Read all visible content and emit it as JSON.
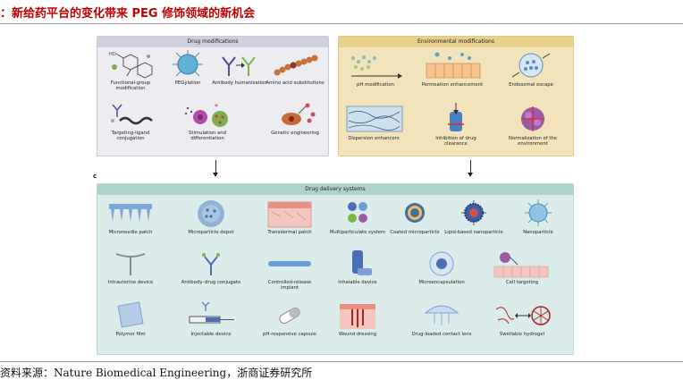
{
  "title": "：新给药平台的变化带来 PEG 修饰领域的新机会",
  "source": "资料来源：Nature Biomedical Engineering，浙商证券研究所",
  "panel_letter": "c",
  "drug_modifications": {
    "header": "Drug modifications",
    "items": [
      {
        "label": "Functional-group modification",
        "icon": "molecule-icon"
      },
      {
        "label": "PEGylation",
        "icon": "pegylated-protein-icon"
      },
      {
        "label": "Antibody humanization",
        "icon": "antibody-icon"
      },
      {
        "label": "Amino acid substitutions",
        "icon": "amino-acid-chain-icon"
      },
      {
        "label": "Targeting-ligand conjugation",
        "icon": "ligand-conjugate-icon"
      },
      {
        "label": "Stimulation and differentiation",
        "icon": "cell-stimulation-icon"
      },
      {
        "label": "Genetic engineering",
        "icon": "engineered-cell-icon"
      }
    ]
  },
  "environmental_modifications": {
    "header": "Environmental modifications",
    "items": [
      {
        "label": "pH modification",
        "icon": "ph-arrow-icon"
      },
      {
        "label": "Permeation enhancement",
        "icon": "epithelium-icon"
      },
      {
        "label": "Endosomal escape",
        "icon": "endosome-icon"
      },
      {
        "label": "Dispersion enhancers",
        "icon": "mucus-layer-icon"
      },
      {
        "label": "Inhibition of drug clearance",
        "icon": "receptor-block-icon"
      },
      {
        "label": "Normalization of the environment",
        "icon": "tumor-icon"
      }
    ]
  },
  "drug_delivery_systems": {
    "header": "Drug delivery systems",
    "items": [
      {
        "label": "Microneedle patch",
        "icon": "microneedle-icon"
      },
      {
        "label": "Microparticle depot",
        "icon": "depot-icon"
      },
      {
        "label": "Transdermal patch",
        "icon": "skin-patch-icon"
      },
      {
        "label": "Multiparticulate system",
        "icon": "multiparticle-icon"
      },
      {
        "label": "Coated microparticle",
        "icon": "coated-particle-icon"
      },
      {
        "label": "Lipid-based nanoparticle",
        "icon": "lipid-nanoparticle-icon"
      },
      {
        "label": "Nanoparticle",
        "icon": "nanoparticle-icon"
      },
      {
        "label": "Intrauterine device",
        "icon": "iud-icon"
      },
      {
        "label": "Antibody–drug conjugate",
        "icon": "adc-icon"
      },
      {
        "label": "Controlled-release implant",
        "icon": "implant-rod-icon"
      },
      {
        "label": "Inhalable device",
        "icon": "inhaler-icon"
      },
      {
        "label": "Microencapsulation",
        "icon": "microcapsule-icon"
      },
      {
        "label": "Cell targeting",
        "icon": "cell-targeting-icon"
      },
      {
        "label": "Polymer film",
        "icon": "film-icon"
      },
      {
        "label": "Injectable device",
        "icon": "syringe-icon"
      },
      {
        "label": "pH-responsive capsule",
        "icon": "capsule-icon"
      },
      {
        "label": "Wound dressing",
        "icon": "wound-icon"
      },
      {
        "label": "Drug-loaded contact lens",
        "icon": "contact-lens-icon"
      },
      {
        "label": "Swellable hydrogel",
        "icon": "hydrogel-icon"
      }
    ]
  },
  "colors": {
    "title_red": "#c00000",
    "drug_panel": "#ececf1",
    "env_panel": "#f2e3ba",
    "dds_panel": "#dcecea"
  }
}
